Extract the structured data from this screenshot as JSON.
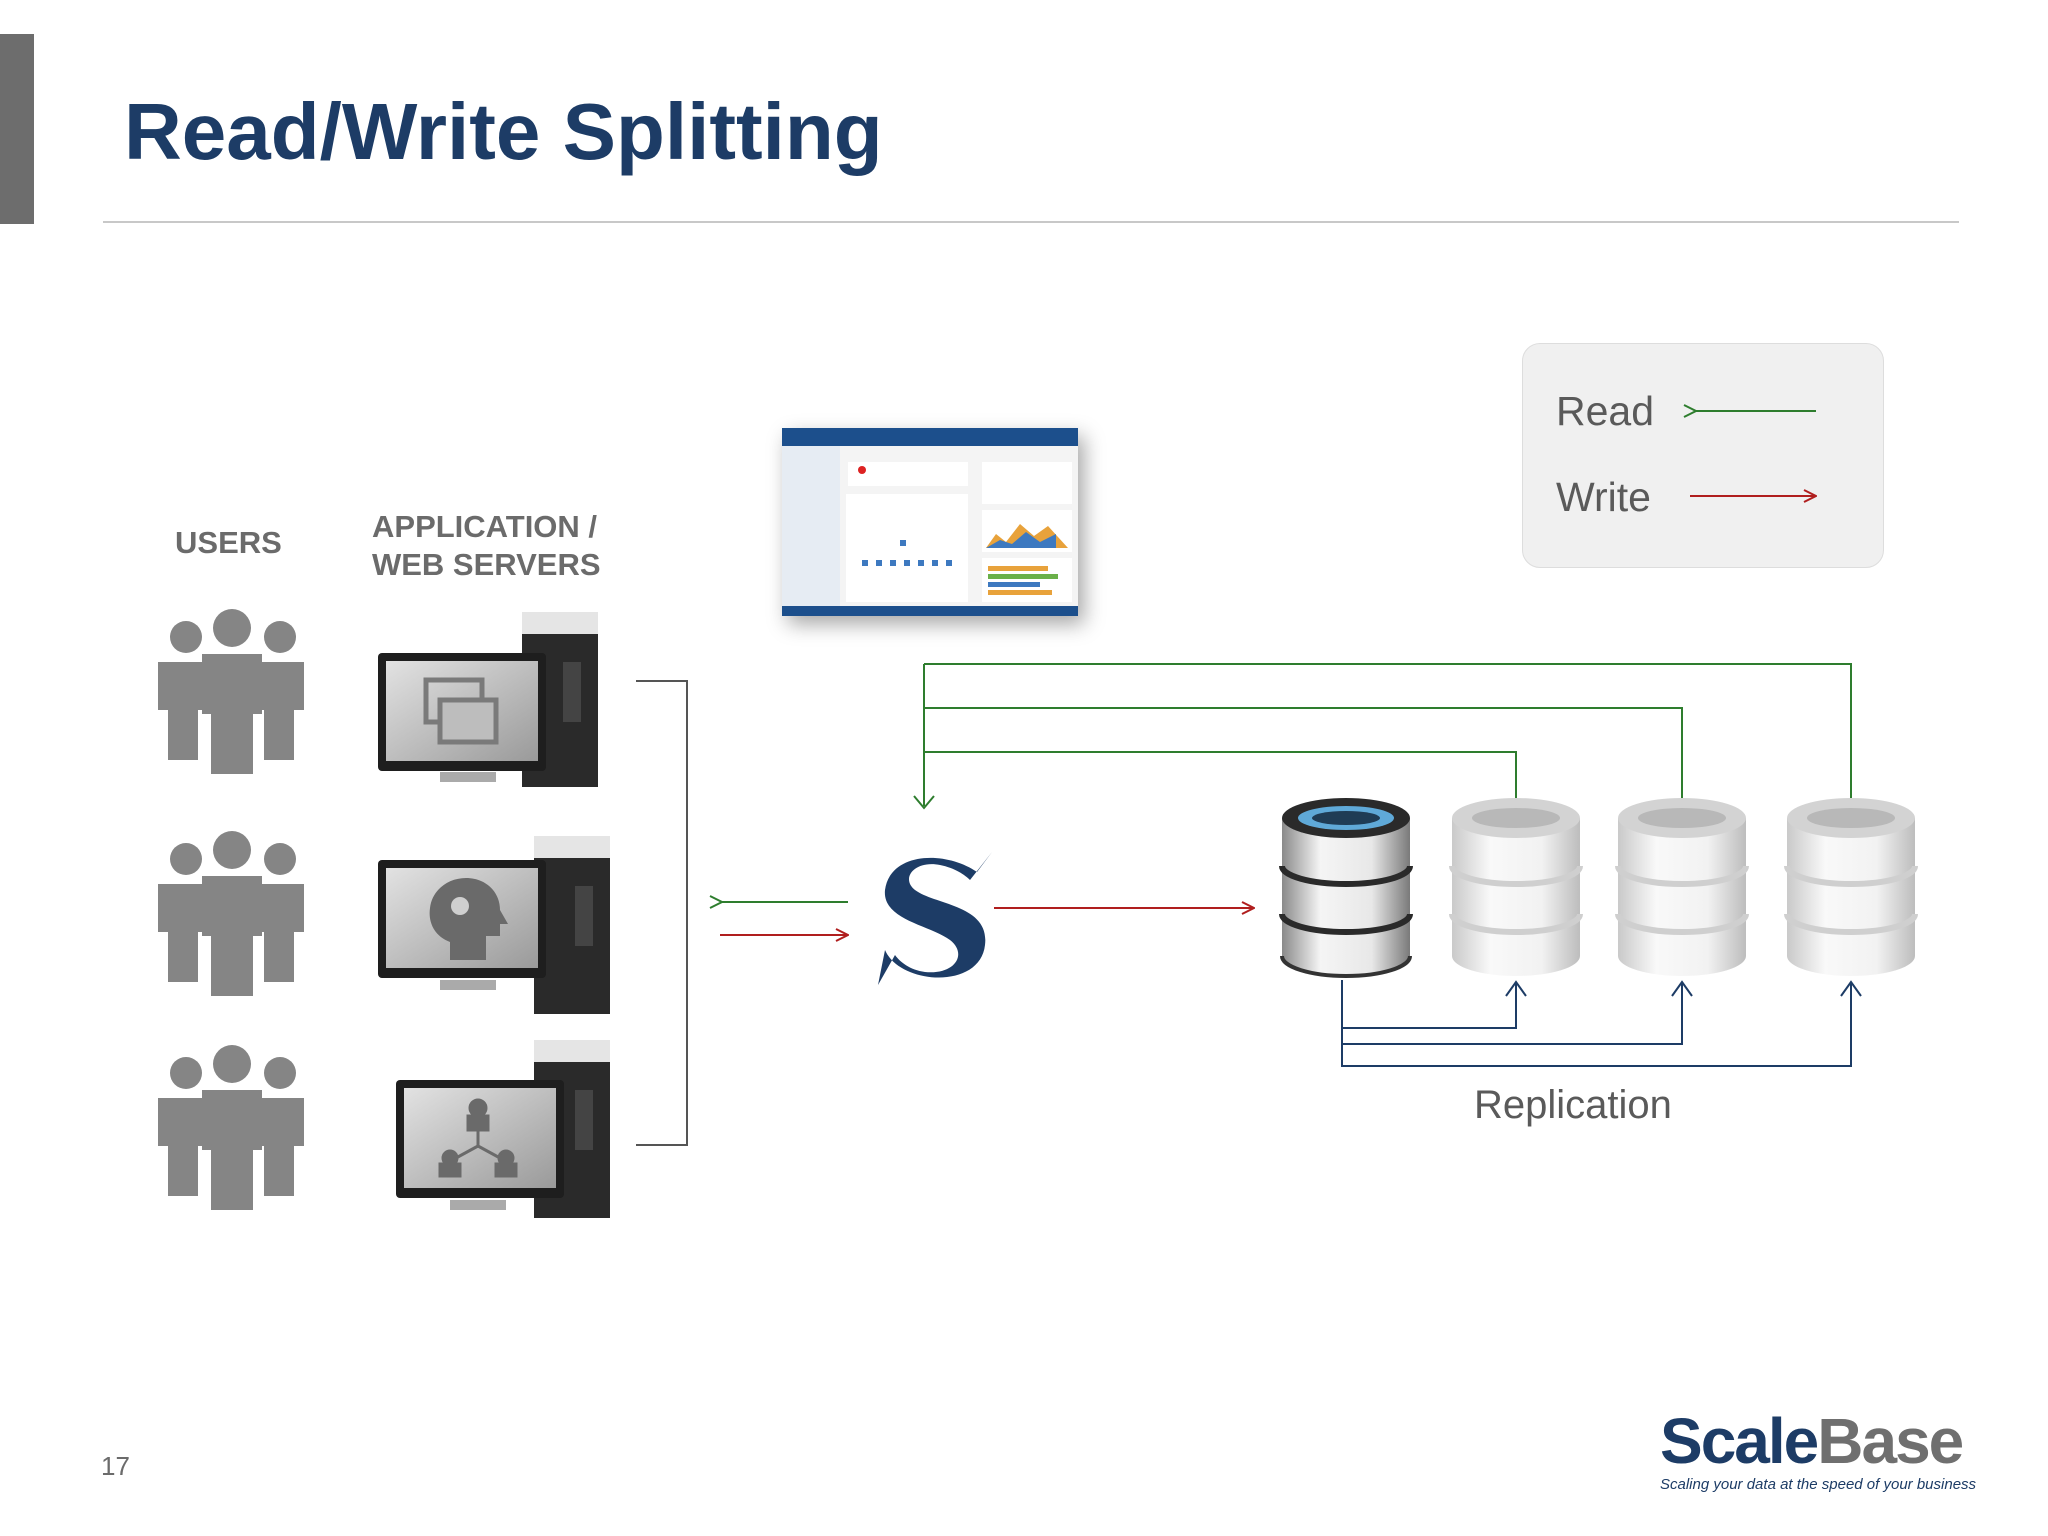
{
  "slide": {
    "title": "Read/Write Splitting",
    "page_number": "17"
  },
  "columns": {
    "users_label": "USERS",
    "servers_label_line1": "APPLICATION /",
    "servers_label_line2": "WEB SERVERS"
  },
  "legend": {
    "read_label": "Read",
    "write_label": "Write",
    "read_color": "#2e7d2e",
    "write_color": "#b01e1e"
  },
  "diagram": {
    "replication_label": "Replication",
    "replication_color": "#1d3c66",
    "monitor_icons": [
      "windows-icon",
      "head-gears-icon",
      "org-chart-icon"
    ],
    "database_count": 4
  },
  "brand": {
    "logo_part1": "Scale",
    "logo_part2": "Base",
    "tagline": "Scaling your data at the speed of your business",
    "primary_color": "#1d3c66"
  }
}
